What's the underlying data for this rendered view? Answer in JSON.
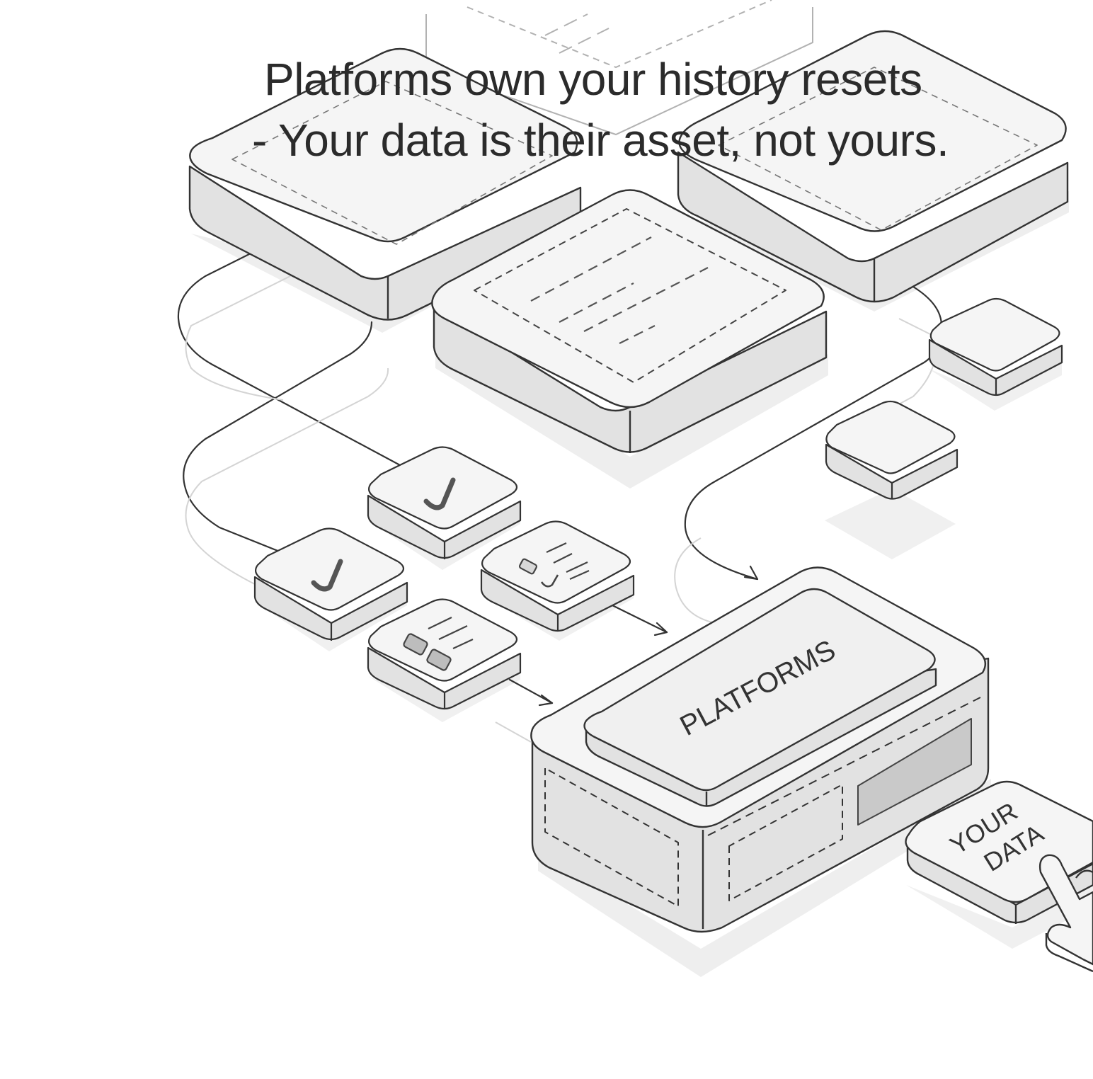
{
  "headline": {
    "line1": "Platforms own your history resets",
    "line2": "- Your data is their asset, not yours."
  },
  "labels": {
    "platforms": "PLATFORMS",
    "your_data_line1": "YOUR",
    "your_data_line2": "DATA"
  },
  "colors": {
    "stroke": "#333333",
    "top_face": "#f5f5f5",
    "side_face": "#e2e2e2",
    "shadow": "#ececec",
    "text": "#2b2b2b"
  },
  "icons": [
    "checkmark-icon",
    "checklist-icon",
    "hand-cursor-icon"
  ]
}
